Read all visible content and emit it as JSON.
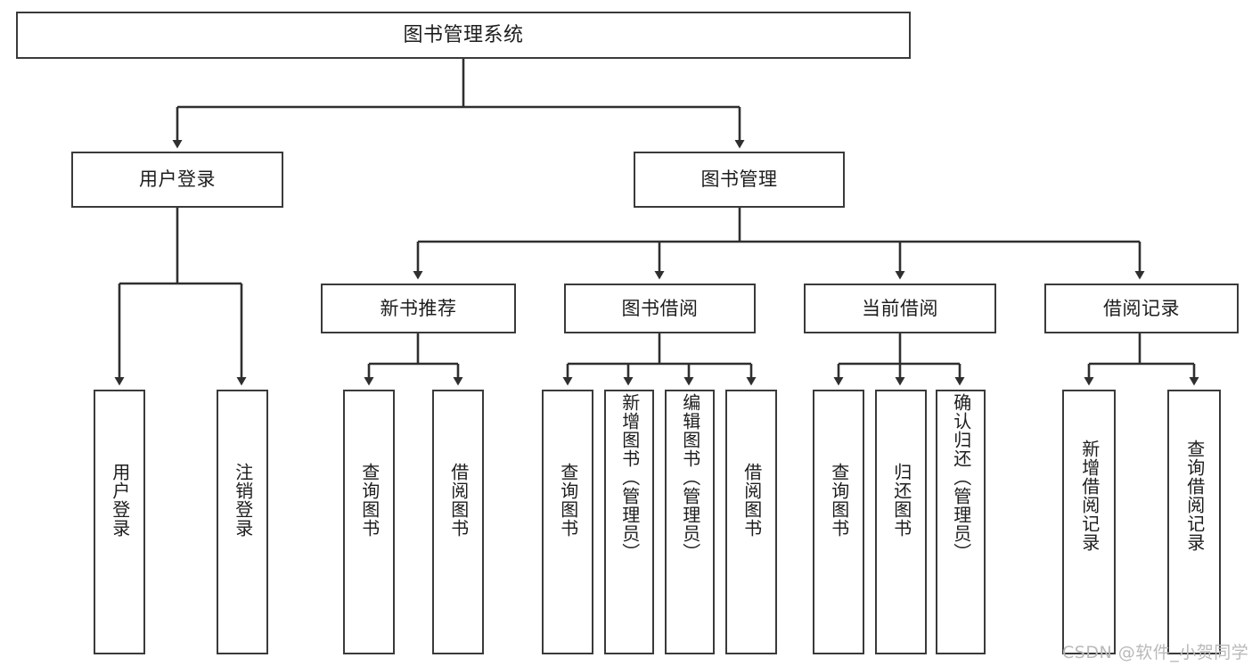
{
  "diagram": {
    "title": "图书管理系统",
    "type": "tree",
    "root": {
      "label": "图书管理系统"
    },
    "level2": [
      {
        "label": "用户登录"
      },
      {
        "label": "图书管理"
      }
    ],
    "level3": [
      {
        "label": "新书推荐"
      },
      {
        "label": "图书借阅"
      },
      {
        "label": "当前借阅"
      },
      {
        "label": "借阅记录"
      }
    ],
    "leaves": [
      {
        "label": "用户登录",
        "parent": "用户登录"
      },
      {
        "label": "注销登录",
        "parent": "用户登录"
      },
      {
        "label": "查询图书",
        "parent": "新书推荐"
      },
      {
        "label": "借阅图书",
        "parent": "新书推荐"
      },
      {
        "label": "查询图书",
        "parent": "图书借阅"
      },
      {
        "label": "新增图书（管理员）",
        "parent": "图书借阅"
      },
      {
        "label": "编辑图书（管理员）",
        "parent": "图书借阅"
      },
      {
        "label": "借阅图书",
        "parent": "图书借阅"
      },
      {
        "label": "查询图书",
        "parent": "当前借阅"
      },
      {
        "label": "归还图书",
        "parent": "当前借阅"
      },
      {
        "label": "确认归还（管理员）",
        "parent": "当前借阅"
      },
      {
        "label": "新增借阅记录",
        "parent": "借阅记录"
      },
      {
        "label": "查询借阅记录",
        "parent": "借阅记录"
      }
    ]
  },
  "watermark": {
    "text": "CSDN @软件_小贺同学"
  },
  "colors": {
    "background": "#ffffff",
    "box_border": "#3a3a3a",
    "box_fill": "#ffffff",
    "connector": "#2f2f2f",
    "text": "#1d1d1d",
    "watermark": "#b9b9b9"
  }
}
